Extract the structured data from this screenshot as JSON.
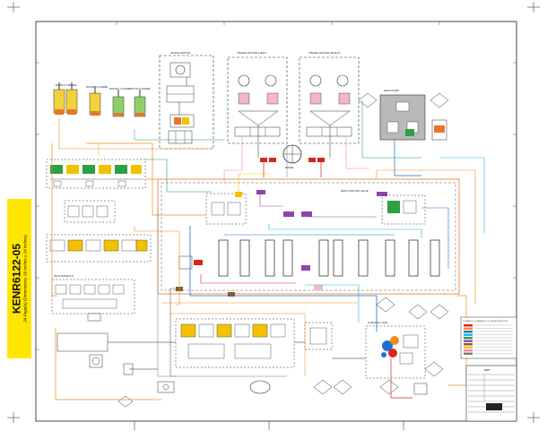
{
  "document": {
    "id": "KENR6122-05",
    "subtitle": "24 Page(s) (Dimensions: 39 inches x 24 inches)"
  },
  "cylinders": [
    {
      "label": "BOOM CYLINDERS"
    },
    {
      "label": "BUCKET CYLINDER"
    },
    {
      "label": "BUCKET CYLINDER"
    },
    {
      "label": "STICK CYLINDER"
    }
  ],
  "sections": {
    "swing_motor": "SWING MOTOR",
    "travel_left": "TRAVEL MOTOR (LEFT)",
    "travel_right": "TRAVEL MOTOR (RIGHT)",
    "main_pump": "MAIN PUMP",
    "main_control_valve": "MAIN CONTROL VALVE",
    "pilot_manifold": "PILOT MANIFOLD",
    "swivel": "SWIVEL",
    "tank": "HYDRAULIC TANK"
  },
  "legend": {
    "title": "HYDRAULIC SCHEMATIC COLOR DESCRIPTION",
    "colors": {
      "red": "#d7261e",
      "orange": "#f08a1c",
      "blue": "#1f6fd1",
      "cyan": "#19b8d8",
      "green": "#2f9e44",
      "purple": "#8e44ad",
      "brown": "#8a5a2b",
      "yellow": "#f2c200",
      "pink": "#ff7fa8",
      "gray": "#777777",
      "teal": "#0f8b8d",
      "black": "#222222"
    }
  },
  "title_block": {
    "heading": "CAT"
  }
}
